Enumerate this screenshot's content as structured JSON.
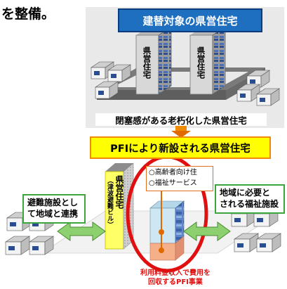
{
  "lead_text": "を整備。",
  "top_title": "建替対象の県営住宅",
  "old_building_label": "県営住宅",
  "old_caption": "閉塞感がある老朽化した県営住宅",
  "new_title": "PFIにより新設される県営住宅",
  "new_building_label": "県営住宅",
  "new_building_sub": "（津波避難ビル）",
  "services": [
    "○高齢者向け住",
    "○福祉サービス"
  ],
  "callout_left": "避難施設とし\nて地域と連携",
  "callout_right": "地域に必要と\nされる福祉施設",
  "note": "利用料金収入で費用を回収するPFI事業",
  "colors": {
    "title_blue": "#1f6fc0",
    "new_title_yellow": "#ffff00",
    "arrow_orange": "#f08a00",
    "callout_green": "#3da53d",
    "highlight_red": "#e01010"
  }
}
